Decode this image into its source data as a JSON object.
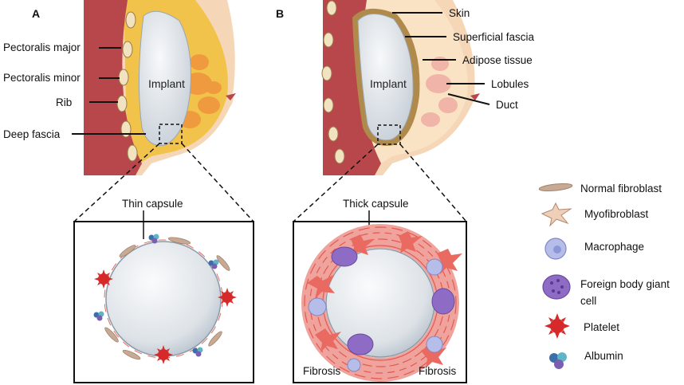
{
  "panels": [
    {
      "letter": "A",
      "implant_label": "Implant",
      "capsule_label": "Thin capsule",
      "anatomy_labels": [
        "Pectoralis major",
        "Pectoralis minor",
        "Rib",
        "Deep fascia"
      ]
    },
    {
      "letter": "B",
      "implant_label": "Implant",
      "capsule_label": "Thick capsule",
      "anatomy_labels": [
        "Skin",
        "Superficial fascia",
        "Adipose tissue",
        "Lobules",
        "Duct"
      ],
      "fibrosis_labels": [
        "Fibrosis",
        "Fibrosis"
      ]
    }
  ],
  "legend": [
    {
      "label_lines": [
        "Normal fibroblast"
      ],
      "icon": "normal-fibroblast-icon"
    },
    {
      "label_lines": [
        "Myofibroblast"
      ],
      "icon": "myofibroblast-icon"
    },
    {
      "label_lines": [
        "Macrophage"
      ],
      "icon": "macrophage-icon"
    },
    {
      "label_lines": [
        "Foreign body giant",
        "cell"
      ],
      "icon": "giant-cell-icon"
    },
    {
      "label_lines": [
        "Platelet"
      ],
      "icon": "platelet-icon"
    },
    {
      "label_lines": [
        "Albumin"
      ],
      "icon": "albumin-icon"
    }
  ],
  "colors": {
    "skin": "#f5d7b8",
    "muscle": "#b8474b",
    "rib": "#f1e2c0",
    "fat": "#f2c34a",
    "lobule": "#ef9a3e",
    "implant": "#e4e8ec",
    "capsule_thick": "#b08a4a",
    "platelet": "#d62a2a",
    "fibrosis": "#e05a52",
    "macrophage": "#b6bde8",
    "giant_cell": "#8e6bc4",
    "albumin": "#3b6fa8"
  }
}
